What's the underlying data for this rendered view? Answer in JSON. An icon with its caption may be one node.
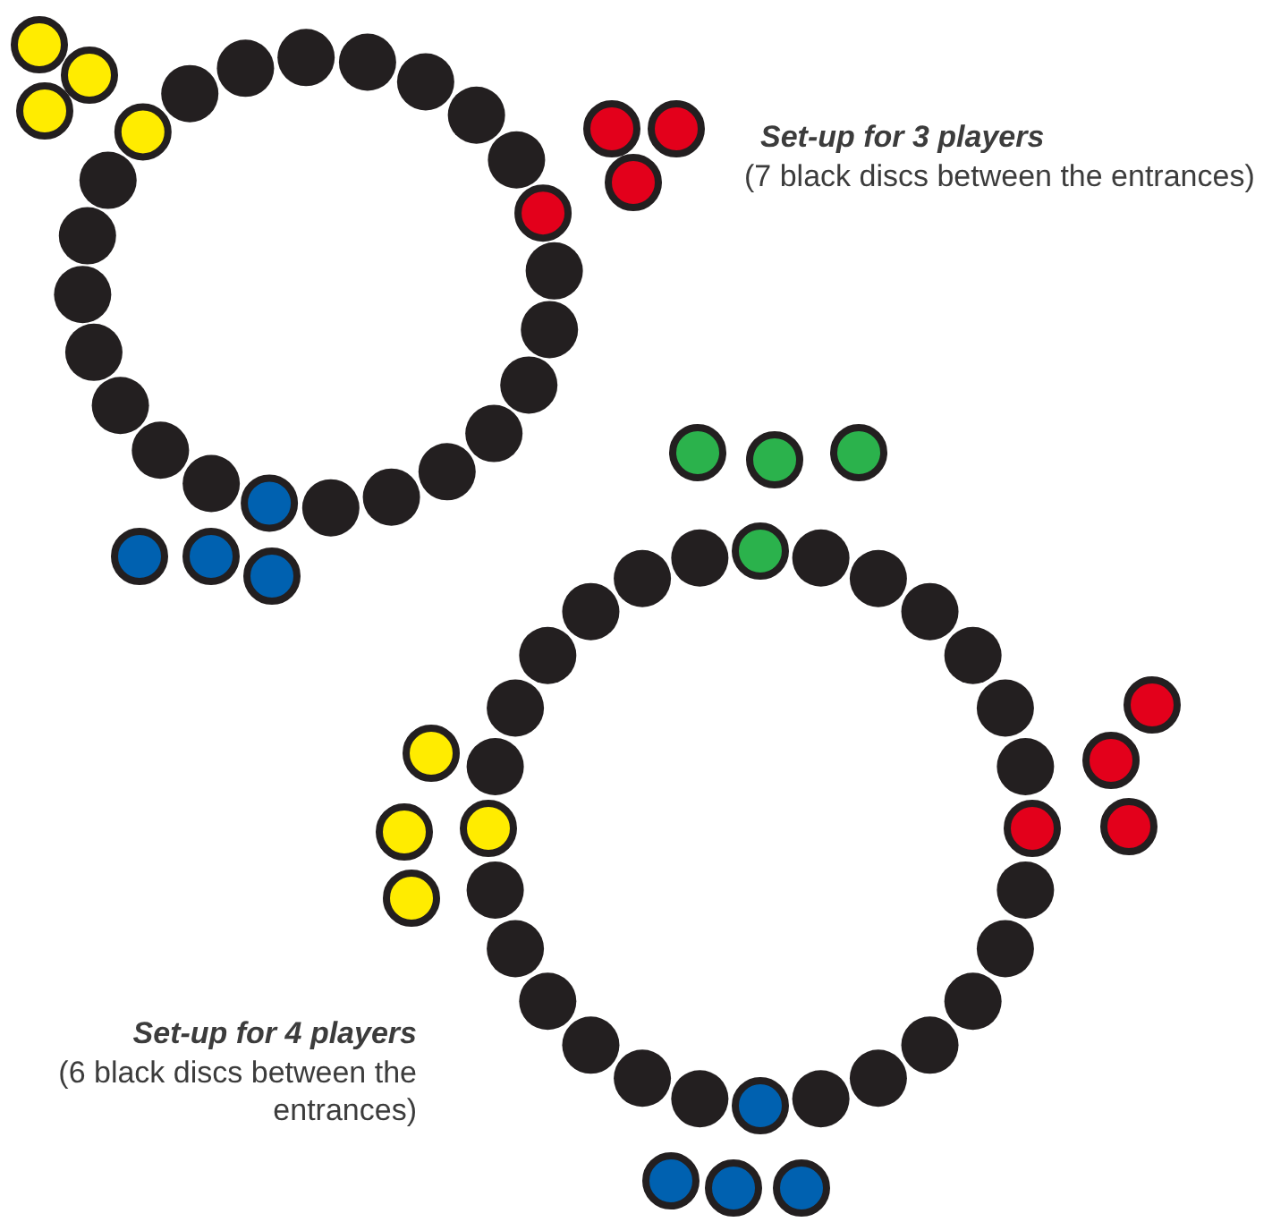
{
  "diagram": {
    "labels": [
      "Set-up for 3 players",
      "(7 black discs between the entrances)",
      "Set-up for 4 players",
      "(6 black discs between the entrances)"
    ]
  }
}
